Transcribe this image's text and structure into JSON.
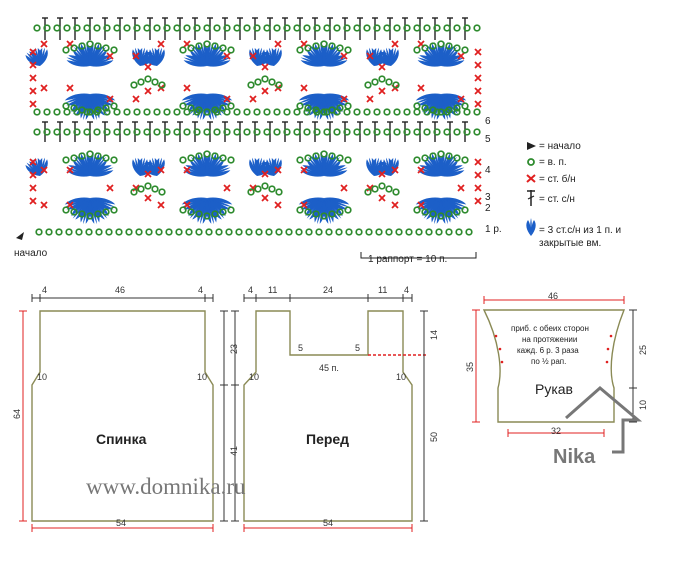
{
  "colors": {
    "green": "#2e8b2e",
    "red": "#e02020",
    "blue": "#1c5fc8",
    "black": "#222222",
    "outline": "#8a8a55",
    "dim_red": "#e02020",
    "dim_black": "#333333",
    "muted": "#777777"
  },
  "chart": {
    "start_label": "начало",
    "row_numbers": [
      "1 р.",
      "2",
      "3",
      "4",
      "5",
      "6"
    ],
    "repeat_label": "1 раппорт = 10 п."
  },
  "legend": [
    {
      "symbol": "arrow",
      "text": "= начало"
    },
    {
      "symbol": "chain",
      "text": "= в. п."
    },
    {
      "symbol": "sc",
      "text": "= ст. б/н"
    },
    {
      "symbol": "dc",
      "text": "= ст. с/н"
    },
    {
      "symbol": "cluster",
      "text": "= 3 ст.с/н из 1 п. и",
      "text2": "закрытые вм."
    }
  ],
  "back": {
    "title": "Спинка",
    "top_dims": [
      "4",
      "46",
      "4"
    ],
    "left_total": "64",
    "right_upper": "23",
    "right_lower": "41",
    "armhole_left": "10",
    "armhole_right": "10",
    "bottom": "54"
  },
  "front": {
    "title": "Перед",
    "top_dims": [
      "4",
      "11",
      "24",
      "11",
      "4"
    ],
    "neck_left": "5",
    "neck_right": "5",
    "neck_stitches": "45 п.",
    "right_upper": "14",
    "right_lower": "50",
    "armhole_left": "10",
    "armhole_right": "10",
    "bottom": "54"
  },
  "sleeve": {
    "title": "Рукав",
    "top": "46",
    "note": [
      "приб. с обеих сторон",
      "на протяжении",
      "кажд. 6 р. 3 раза",
      "по ½ рап."
    ],
    "left": "35",
    "right_upper": "25",
    "right_lower": "10",
    "bottom": "32"
  },
  "watermark": "www.domnika.ru",
  "logo": "Nika"
}
